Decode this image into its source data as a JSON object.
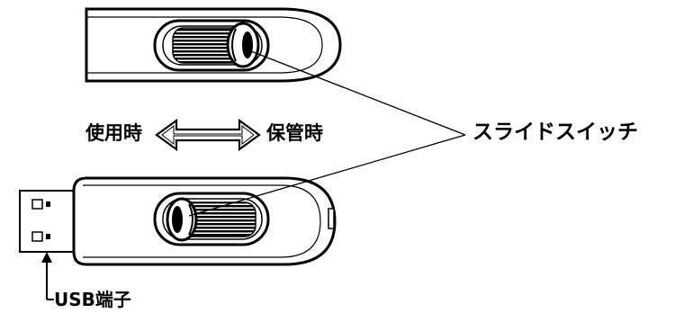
{
  "labels": {
    "in_use": "使用時",
    "storage": "保管時",
    "slide_switch": "スライドスイッチ",
    "usb_terminal": "USB端子"
  },
  "colors": {
    "line": "#000000",
    "background": "#ffffff"
  },
  "icons": {
    "mode_arrow": "double-headed-arrow"
  }
}
